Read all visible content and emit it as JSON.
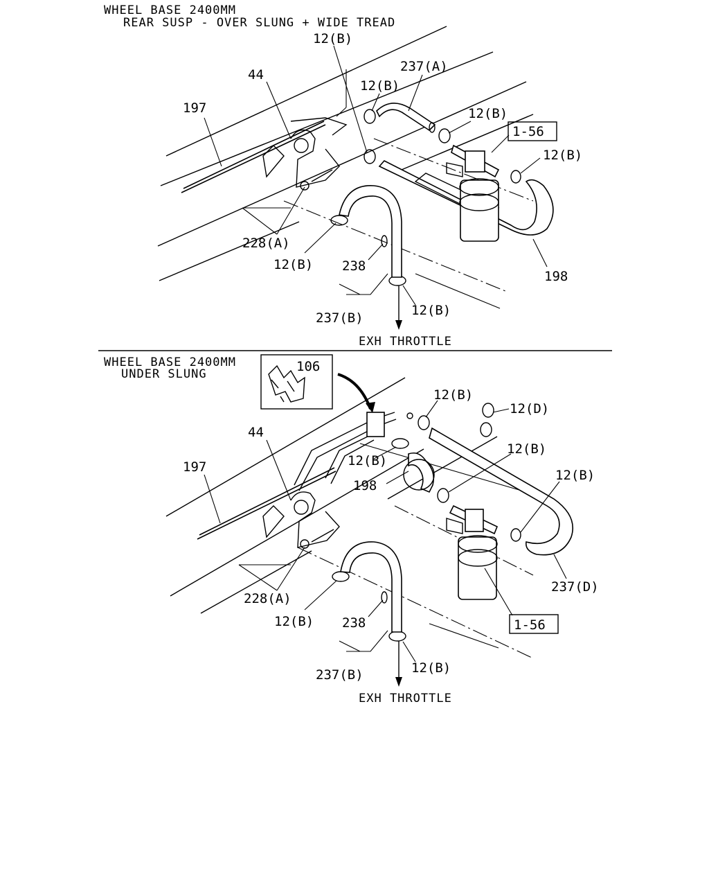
{
  "top": {
    "header_line1": "WHEEL BASE 2400MM",
    "header_line2": "REAR SUSP - OVER SLUNG + WIDE TREAD",
    "labels": {
      "c12b_top": "12(B)",
      "p237a": "237(A)",
      "p44": "44",
      "c12b_a": "12(B)",
      "p197": "197",
      "c12b_b": "12(B)",
      "ref156": "1-56",
      "c12b_c": "12(B)",
      "p228a": "228(A)",
      "c12b_d": "12(B)",
      "p238": "238",
      "p198": "198",
      "p237b": "237(B)",
      "c12b_e": "12(B)",
      "exh": "EXH THROTTLE"
    }
  },
  "bottom": {
    "header_line1": "WHEEL BASE 2400MM",
    "header_line2": "UNDER SLUNG",
    "labels": {
      "p106": "106",
      "c12b_a": "12(B)",
      "c12d": "12(D)",
      "p44": "44",
      "p197": "197",
      "c12b_b": "12(B)",
      "p198": "198",
      "c12b_c": "12(B)",
      "c12b_d": "12(B)",
      "p228a": "228(A)",
      "p237d": "237(D)",
      "c12b_e": "12(B)",
      "p238": "238",
      "ref156": "1-56",
      "p237b": "237(B)",
      "c12b_f": "12(B)",
      "exh": "EXH THROTTLE"
    }
  }
}
